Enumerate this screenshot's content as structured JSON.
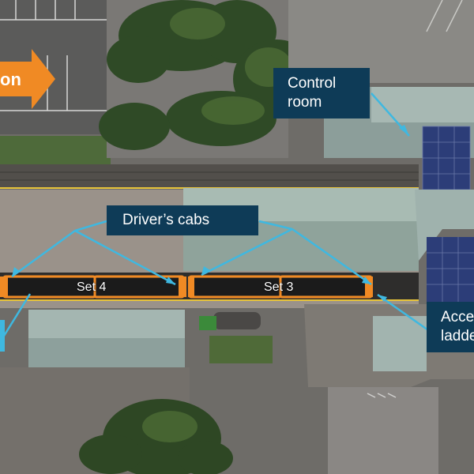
{
  "annotations": {
    "direction_arrow": {
      "text": "on",
      "color": "#f08a24"
    },
    "control_room": {
      "text": "Control\nroom"
    },
    "drivers_cabs": {
      "text": "Driver’s cabs"
    },
    "access_ladder": {
      "text": "Acce\nladde"
    },
    "set_4": {
      "text": "Set 4"
    },
    "set_3": {
      "text": "Set 3"
    }
  },
  "colors": {
    "callout_bg": "#0e3b57",
    "callout_text": "#ffffff",
    "leader_line": "#3fb8e0",
    "train_outline": "#f08a24",
    "yellow_line": "#e8c43a"
  }
}
